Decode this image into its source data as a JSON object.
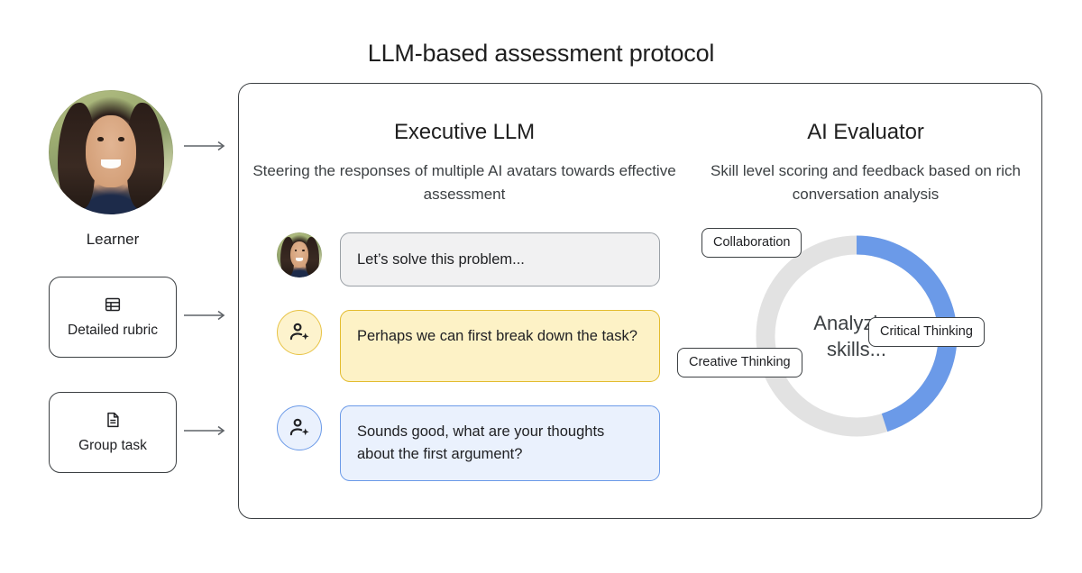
{
  "page": {
    "title": "LLM-based assessment protocol",
    "background": "#ffffff"
  },
  "rail": {
    "learner": {
      "label": "Learner",
      "avatar_name": "learner-photo"
    },
    "cards": [
      {
        "label": "Detailed rubric",
        "icon": "table-grid-icon"
      },
      {
        "label": "Group task",
        "icon": "document-icon"
      }
    ],
    "arrows": 3
  },
  "panel": {
    "columns": [
      {
        "heading": "Executive LLM",
        "subtitle": "Steering the responses of multiple AI avatars towards effective assessment"
      },
      {
        "heading": "AI Evaluator",
        "subtitle": "Skill level scoring and feedback based on rich conversation analysis"
      }
    ],
    "chat": {
      "messages": [
        {
          "speaker": "learner",
          "avatar": "learner-photo",
          "text": "Let’s solve this problem...",
          "bubble_style": "grey"
        },
        {
          "speaker": "ai-avatar-yellow",
          "avatar": "person-sparkle-icon",
          "text": "Perhaps we can first break down the task?",
          "bubble_style": "yellow"
        },
        {
          "speaker": "ai-avatar-blue",
          "avatar": "person-sparkle-icon",
          "text": "Sounds good, what are your thoughts about the first argument?",
          "bubble_style": "blue"
        }
      ]
    },
    "evaluator": {
      "center_line_1": "Analyzing",
      "center_line_2": "skills...",
      "chips": [
        {
          "label": "Collaboration"
        },
        {
          "label": "Critical Thinking"
        },
        {
          "label": "Creative Thinking"
        }
      ]
    }
  },
  "chart_data": {
    "type": "pie",
    "title": "Analyzing skills...",
    "subtype": "donut-progress",
    "values": [
      45,
      55
    ],
    "labels": [
      "progress",
      "remaining"
    ],
    "progress_percent": 45,
    "start_angle_deg": 0,
    "sweep_deg": 162,
    "colors": [
      "#6b9ae8",
      "#e2e2e2"
    ],
    "annotations": [
      "Collaboration",
      "Critical Thinking",
      "Creative Thinking"
    ]
  },
  "colors": {
    "accent_blue": "#6b9ae8",
    "track_grey": "#e2e2e2",
    "bubble_yellow_fill": "#fdf2c6",
    "bubble_yellow_border": "#e3bc2f",
    "bubble_blue_fill": "#eaf1fd",
    "bubble_blue_border": "#6b9ae8",
    "bubble_grey_fill": "#f1f1f2",
    "bubble_grey_border": "#9aa0a6",
    "outline": "#3c4043",
    "text": "#202124"
  }
}
